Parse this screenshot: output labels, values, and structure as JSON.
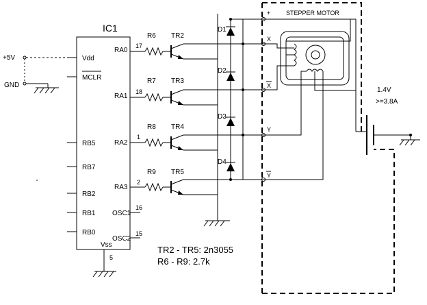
{
  "ic": {
    "name": "IC1",
    "pins_left": [
      "Vdd",
      "MCLR",
      "RB5",
      "RB7",
      "RB2",
      "RB1",
      "RB0"
    ],
    "pins_right": [
      "RA0",
      "RA1",
      "RA2",
      "RA3",
      "OSC1",
      "OSC2"
    ],
    "vss": "Vss",
    "pin_numbers": {
      "ra0": "17",
      "ra1": "18",
      "ra2": "1",
      "ra3": "2",
      "osc1": "16",
      "osc2": "15",
      "vss": "5"
    }
  },
  "supply": {
    "plus5v": "+5V",
    "gnd": "GND"
  },
  "resistors": [
    "R6",
    "R7",
    "R8",
    "R9"
  ],
  "transistors": [
    "TR2",
    "TR3",
    "TR4",
    "TR5"
  ],
  "diodes": [
    "D1",
    "D2",
    "D3",
    "D4"
  ],
  "motor": {
    "title": "STEPPER MOTOR",
    "plus": "+",
    "x": "X",
    "x_bar": "X",
    "y": "Y",
    "y_bar": "Y"
  },
  "battery": {
    "voltage": "1.4V",
    "current": ">=3.8A"
  },
  "notes": [
    "TR2 - TR5: 2n3055",
    "R6 - R9: 2.7k"
  ]
}
